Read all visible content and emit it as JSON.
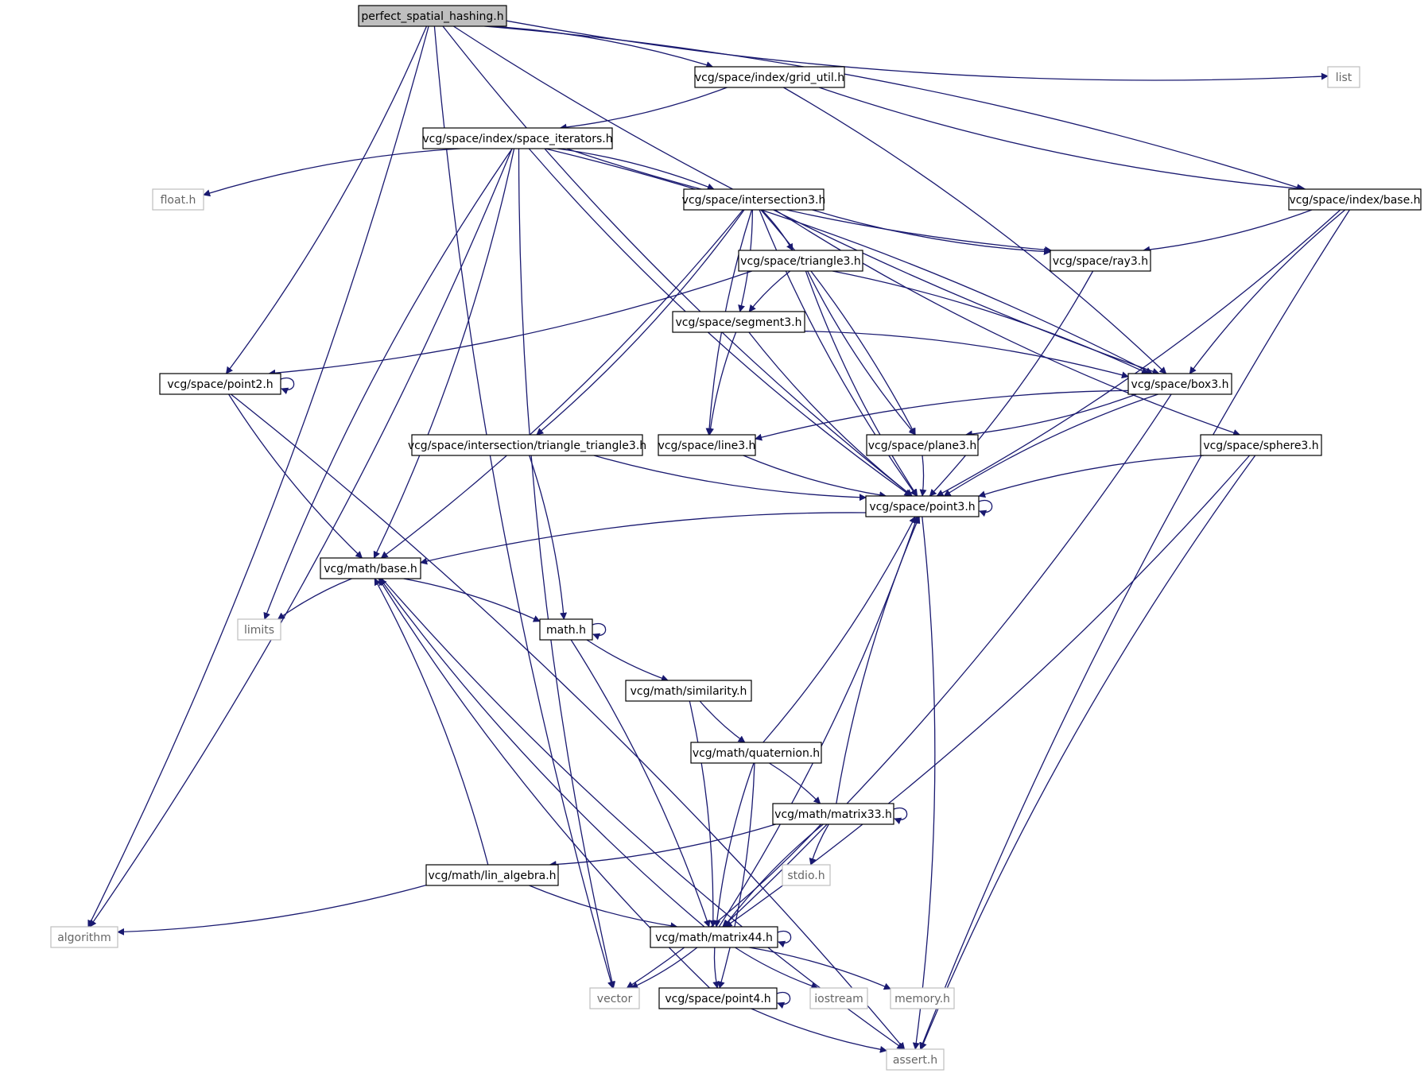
{
  "colors": {
    "edge": "#191970",
    "node_fill": "#ffffff",
    "node_stroke": "#000000",
    "root_fill": "#bfbfbf",
    "external_stroke": "#bfbfbf",
    "external_text": "#666666"
  },
  "nodes": [
    {
      "id": "perfect_spatial_hashing",
      "label": "perfect_spatial_hashing.h",
      "kind": "root"
    },
    {
      "id": "grid_util",
      "label": "vcg/space/index/grid_util.h",
      "kind": "header"
    },
    {
      "id": "list",
      "label": "list",
      "kind": "external"
    },
    {
      "id": "space_iterators",
      "label": "vcg/space/index/space_iterators.h",
      "kind": "header"
    },
    {
      "id": "float_h",
      "label": "float.h",
      "kind": "external"
    },
    {
      "id": "intersection3",
      "label": "vcg/space/intersection3.h",
      "kind": "header"
    },
    {
      "id": "index_base",
      "label": "vcg/space/index/base.h",
      "kind": "header"
    },
    {
      "id": "triangle3",
      "label": "vcg/space/triangle3.h",
      "kind": "header"
    },
    {
      "id": "ray3",
      "label": "vcg/space/ray3.h",
      "kind": "header"
    },
    {
      "id": "segment3",
      "label": "vcg/space/segment3.h",
      "kind": "header"
    },
    {
      "id": "point2",
      "label": "vcg/space/point2.h",
      "kind": "header"
    },
    {
      "id": "box3",
      "label": "vcg/space/box3.h",
      "kind": "header"
    },
    {
      "id": "tri_tri3",
      "label": "vcg/space/intersection/triangle_triangle3.h",
      "kind": "header"
    },
    {
      "id": "line3",
      "label": "vcg/space/line3.h",
      "kind": "header"
    },
    {
      "id": "plane3",
      "label": "vcg/space/plane3.h",
      "kind": "header"
    },
    {
      "id": "sphere3",
      "label": "vcg/space/sphere3.h",
      "kind": "header"
    },
    {
      "id": "point3",
      "label": "vcg/space/point3.h",
      "kind": "header"
    },
    {
      "id": "math_base",
      "label": "vcg/math/base.h",
      "kind": "header"
    },
    {
      "id": "limits",
      "label": "limits",
      "kind": "external"
    },
    {
      "id": "math_h",
      "label": "math.h",
      "kind": "header"
    },
    {
      "id": "similarity",
      "label": "vcg/math/similarity.h",
      "kind": "header"
    },
    {
      "id": "quaternion",
      "label": "vcg/math/quaternion.h",
      "kind": "header"
    },
    {
      "id": "matrix33",
      "label": "vcg/math/matrix33.h",
      "kind": "header"
    },
    {
      "id": "stdio",
      "label": "stdio.h",
      "kind": "external"
    },
    {
      "id": "lin_algebra",
      "label": "vcg/math/lin_algebra.h",
      "kind": "header"
    },
    {
      "id": "algorithm",
      "label": "algorithm",
      "kind": "external"
    },
    {
      "id": "matrix44",
      "label": "vcg/math/matrix44.h",
      "kind": "header"
    },
    {
      "id": "vector",
      "label": "vector",
      "kind": "external"
    },
    {
      "id": "point4",
      "label": "vcg/space/point4.h",
      "kind": "header"
    },
    {
      "id": "iostream",
      "label": "iostream",
      "kind": "external"
    },
    {
      "id": "memory_h",
      "label": "memory.h",
      "kind": "external"
    },
    {
      "id": "assert_h",
      "label": "assert.h",
      "kind": "external"
    }
  ],
  "edges": [
    [
      "perfect_spatial_hashing",
      "grid_util"
    ],
    [
      "perfect_spatial_hashing",
      "list"
    ],
    [
      "perfect_spatial_hashing",
      "index_base"
    ],
    [
      "perfect_spatial_hashing",
      "box3"
    ],
    [
      "perfect_spatial_hashing",
      "point2"
    ],
    [
      "perfect_spatial_hashing",
      "point3"
    ],
    [
      "perfect_spatial_hashing",
      "algorithm"
    ],
    [
      "perfect_spatial_hashing",
      "vector"
    ],
    [
      "grid_util",
      "space_iterators"
    ],
    [
      "grid_util",
      "index_base"
    ],
    [
      "grid_util",
      "box3"
    ],
    [
      "space_iterators",
      "float_h"
    ],
    [
      "space_iterators",
      "intersection3"
    ],
    [
      "space_iterators",
      "ray3"
    ],
    [
      "space_iterators",
      "box3"
    ],
    [
      "space_iterators",
      "point3"
    ],
    [
      "space_iterators",
      "math_base"
    ],
    [
      "space_iterators",
      "limits"
    ],
    [
      "space_iterators",
      "algorithm"
    ],
    [
      "space_iterators",
      "vector"
    ],
    [
      "index_base",
      "ray3"
    ],
    [
      "index_base",
      "box3"
    ],
    [
      "index_base",
      "point3"
    ],
    [
      "index_base",
      "assert_h"
    ],
    [
      "intersection3",
      "triangle3"
    ],
    [
      "intersection3",
      "ray3"
    ],
    [
      "intersection3",
      "segment3"
    ],
    [
      "intersection3",
      "line3"
    ],
    [
      "intersection3",
      "plane3"
    ],
    [
      "intersection3",
      "sphere3"
    ],
    [
      "intersection3",
      "tri_tri3"
    ],
    [
      "intersection3",
      "point3"
    ],
    [
      "intersection3",
      "math_base"
    ],
    [
      "triangle3",
      "segment3"
    ],
    [
      "triangle3",
      "box3"
    ],
    [
      "triangle3",
      "plane3"
    ],
    [
      "triangle3",
      "point2"
    ],
    [
      "triangle3",
      "point3"
    ],
    [
      "ray3",
      "point3"
    ],
    [
      "segment3",
      "line3"
    ],
    [
      "segment3",
      "box3"
    ],
    [
      "segment3",
      "point3"
    ],
    [
      "point2",
      "point2"
    ],
    [
      "point2",
      "math_base"
    ],
    [
      "point2",
      "assert_h"
    ],
    [
      "box3",
      "line3"
    ],
    [
      "box3",
      "plane3"
    ],
    [
      "box3",
      "point3"
    ],
    [
      "box3",
      "matrix44"
    ],
    [
      "tri_tri3",
      "point3"
    ],
    [
      "tri_tri3",
      "math_h"
    ],
    [
      "line3",
      "point3"
    ],
    [
      "plane3",
      "point3"
    ],
    [
      "sphere3",
      "point3"
    ],
    [
      "sphere3",
      "matrix44"
    ],
    [
      "sphere3",
      "assert_h"
    ],
    [
      "point3",
      "point3"
    ],
    [
      "point3",
      "math_base"
    ],
    [
      "point3",
      "assert_h"
    ],
    [
      "math_base",
      "limits"
    ],
    [
      "math_base",
      "math_h"
    ],
    [
      "math_base",
      "assert_h"
    ],
    [
      "math_h",
      "math_h"
    ],
    [
      "math_h",
      "similarity"
    ],
    [
      "math_h",
      "matrix44"
    ],
    [
      "similarity",
      "quaternion"
    ],
    [
      "similarity",
      "matrix44"
    ],
    [
      "quaternion",
      "point3"
    ],
    [
      "quaternion",
      "matrix33"
    ],
    [
      "quaternion",
      "matrix44"
    ],
    [
      "quaternion",
      "point4"
    ],
    [
      "matrix33",
      "matrix33"
    ],
    [
      "matrix33",
      "point3"
    ],
    [
      "matrix33",
      "stdio"
    ],
    [
      "matrix33",
      "lin_algebra"
    ],
    [
      "matrix33",
      "matrix44"
    ],
    [
      "matrix33",
      "vector"
    ],
    [
      "lin_algebra",
      "math_base"
    ],
    [
      "lin_algebra",
      "algorithm"
    ],
    [
      "lin_algebra",
      "matrix44"
    ],
    [
      "matrix44",
      "matrix44"
    ],
    [
      "matrix44",
      "point3"
    ],
    [
      "matrix44",
      "math_base"
    ],
    [
      "matrix44",
      "point4"
    ],
    [
      "matrix44",
      "vector"
    ],
    [
      "matrix44",
      "iostream"
    ],
    [
      "matrix44",
      "memory_h"
    ],
    [
      "point4",
      "point4"
    ],
    [
      "point4",
      "math_base"
    ],
    [
      "point4",
      "assert_h"
    ]
  ]
}
